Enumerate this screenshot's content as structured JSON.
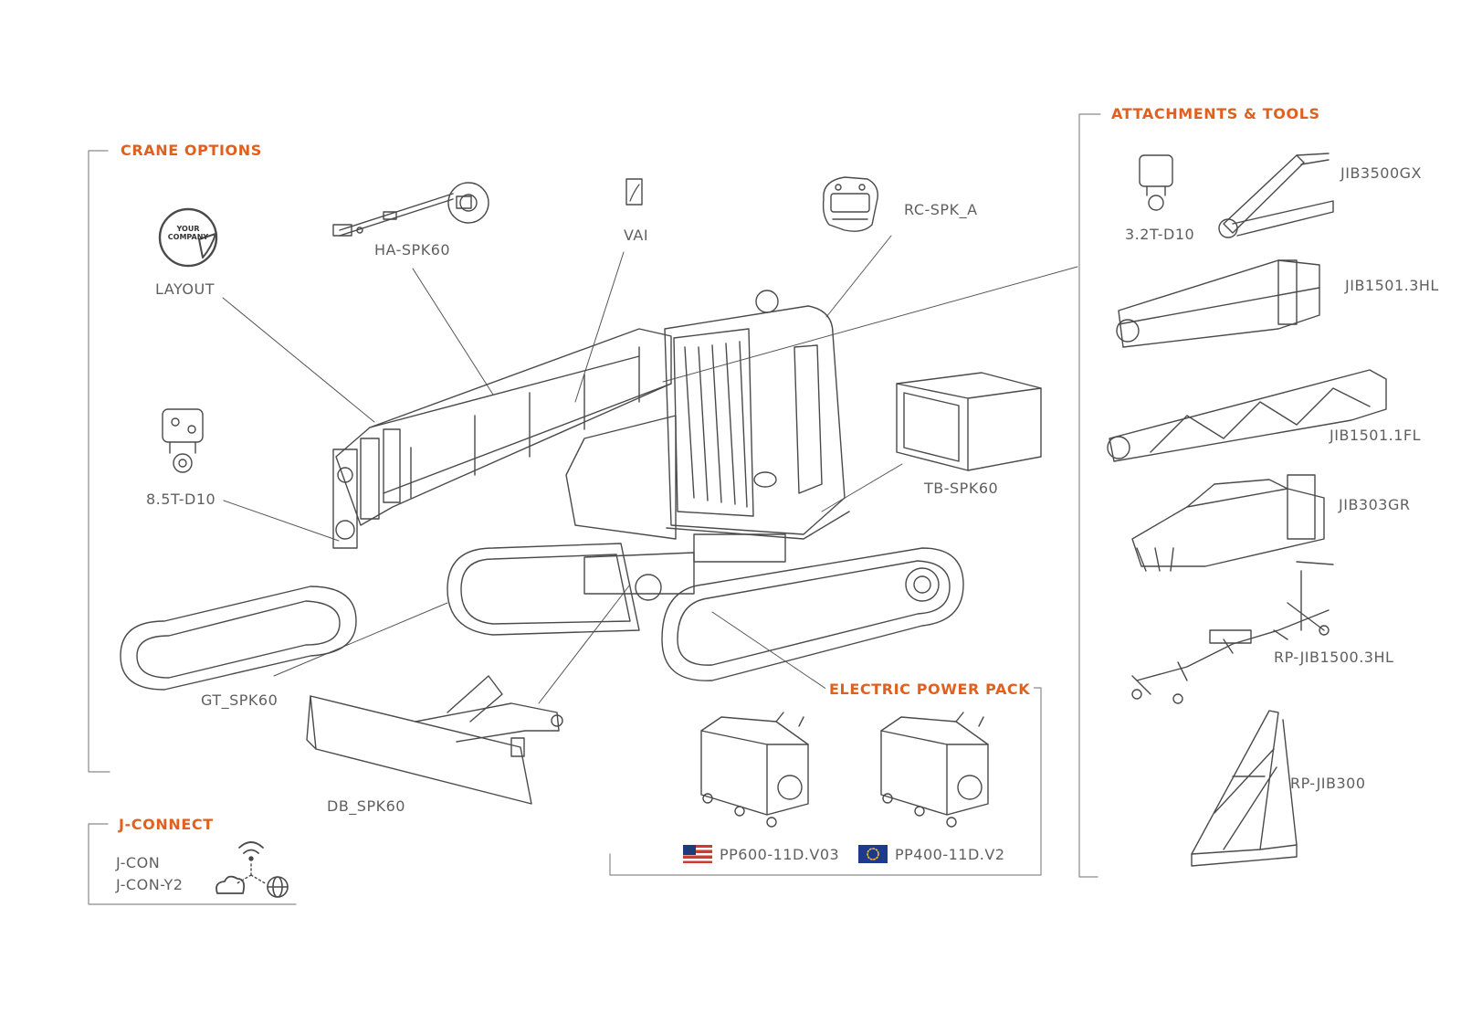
{
  "colors": {
    "accent": "#e0601f",
    "line": "#4a4a4a",
    "text": "#5f5f5f",
    "bracket": "#8a8a8a"
  },
  "sections": {
    "crane_options": "CRANE OPTIONS",
    "attachments_tools": "ATTACHMENTS & TOOLS",
    "electric_power_pack": "ELECTRIC POWER PACK",
    "j_connect": "J-CONNECT"
  },
  "crane_options": {
    "layout": "LAYOUT",
    "layout_badge_line1": "YOUR",
    "layout_badge_line2": "COMPANY",
    "ha": "HA-SPK60",
    "vai": "VAI",
    "rc": "RC-SPK_A",
    "hook": "8.5T-D10",
    "tb": "TB-SPK60",
    "gt": "GT_SPK60",
    "db": "DB_SPK60"
  },
  "attachments": {
    "hook_small": "3.2T-D10",
    "jib3500gx": "JIB3500GX",
    "jib1501_3hl": "JIB1501.3HL",
    "jib1501_1fl": "JIB1501.1FL",
    "jib303gr": "JIB303GR",
    "rp_jib1500": "RP-JIB1500.3HL",
    "rp_jib300": "RP-JIB300"
  },
  "power_pack": {
    "us_model": "PP600-11D.V03",
    "eu_model": "PP400-11D.V2"
  },
  "j_connect": {
    "item1": "J-CON",
    "item2": "J-CON-Y2"
  },
  "icons": [
    "wifi-icon",
    "cloud-icon",
    "globe-icon",
    "us-flag-icon",
    "eu-flag-icon",
    "hook-icon",
    "remote-control-icon",
    "vai-indicator-icon",
    "sticker-icon"
  ]
}
